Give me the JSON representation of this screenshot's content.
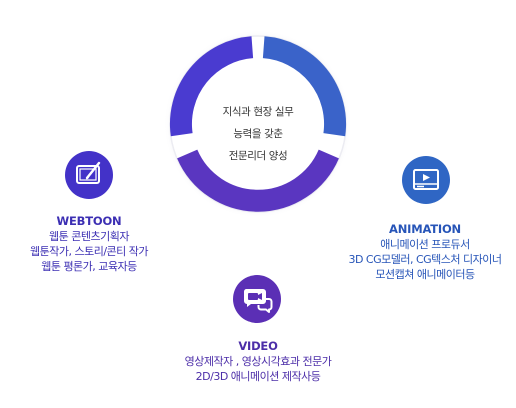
{
  "center": {
    "lines": [
      "지식과 현장 실무",
      "능력을 갖춘",
      "전문리더 양성"
    ]
  },
  "colors": {
    "webtoon": "#4332c8",
    "animation": "#2f66c4",
    "video": "#5b2fb5",
    "ring_blue": "#3a63c9",
    "ring_purple": "#5a36c0",
    "ring_violet": "#4a3bd0"
  },
  "icons": {
    "webtoon": "tablet-pen-icon",
    "animation": "video-player-icon",
    "video": "chat-camera-icon"
  },
  "webtoon": {
    "title": "WEBTOON",
    "lines": [
      "웹툰 콘텐츠기획자",
      "웹툰작가, 스토리/콘티 작가",
      "웹툰 평론가, 교육자등"
    ]
  },
  "animation": {
    "title": "ANIMATION",
    "lines": [
      "애니메이션 프로듀서",
      "3D CG모델러, CG텍스처 디자이너",
      "모션캡쳐 애니메이터등"
    ]
  },
  "video": {
    "title": "VIDEO",
    "lines": [
      "영상제작자 , 영상시각효과 전문가",
      "2D/3D 애니메이션 제작사등"
    ]
  }
}
